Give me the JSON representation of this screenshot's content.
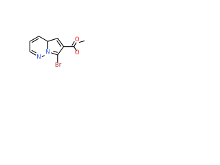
{
  "molecule": {
    "atoms": {
      "nitrogen_pyridazine": {
        "label": "N",
        "color": "#3050f8"
      },
      "nitrogen_bridgehead": {
        "label": "N",
        "color": "#3050f8"
      },
      "bromine": {
        "label": "Br",
        "color": "#a62929"
      },
      "oxygen_carbonyl": {
        "label": "O",
        "color": "#ff0d0d"
      },
      "oxygen_ester": {
        "label": "O",
        "color": "#ff0d0d"
      }
    },
    "bond_color": "#000000",
    "background": "#ffffff"
  }
}
